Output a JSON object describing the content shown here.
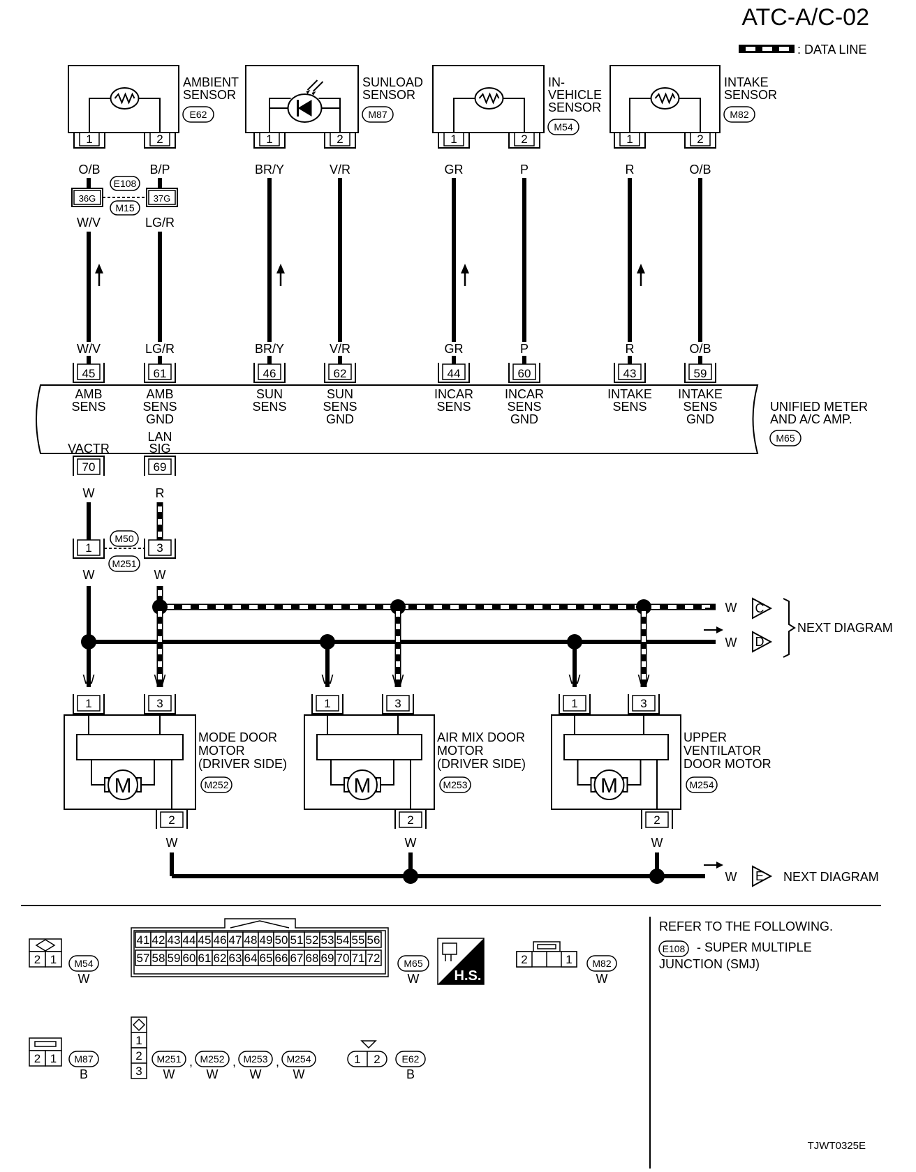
{
  "header": {
    "title": "ATC-A/C-02",
    "legend_text": ": DATA LINE"
  },
  "sensors": [
    {
      "name": "AMBIENT SENSOR",
      "lines": [
        "AMBIENT",
        "SENSOR"
      ],
      "conn": "E62",
      "pin1_color": "O/B",
      "pin2_color": "B/P"
    },
    {
      "name": "SUNLOAD SENSOR",
      "lines": [
        "SUNLOAD",
        "SENSOR"
      ],
      "conn": "M87",
      "pin1_color": "BR/Y",
      "pin2_color": "V/R"
    },
    {
      "name": "IN-VEHICLE SENSOR",
      "lines": [
        "IN-",
        "VEHICLE",
        "SENSOR"
      ],
      "conn": "M54",
      "pin1_color": "GR",
      "pin2_color": "P"
    },
    {
      "name": "INTAKE SENSOR",
      "lines": [
        "INTAKE",
        "SENSOR"
      ],
      "conn": "M82",
      "pin1_color": "R",
      "pin2_color": "O/B"
    }
  ],
  "junction_top": {
    "conn_a": "E108",
    "conn_b": "M15",
    "pin_a": "36G",
    "pin_b": "37G",
    "below_a": "W/V",
    "below_b": "LG/R"
  },
  "amp": {
    "name": [
      "UNIFIED METER",
      "AND A/C AMP."
    ],
    "conn": "M65",
    "terminals": [
      {
        "pin": "45",
        "wire": "W/V",
        "label": [
          "AMB",
          "SENS"
        ]
      },
      {
        "pin": "61",
        "wire": "LG/R",
        "label": [
          "AMB",
          "SENS",
          "GND"
        ]
      },
      {
        "pin": "46",
        "wire": "BR/Y",
        "label": [
          "SUN",
          "SENS"
        ]
      },
      {
        "pin": "62",
        "wire": "V/R",
        "label": [
          "SUN",
          "SENS",
          "GND"
        ]
      },
      {
        "pin": "44",
        "wire": "GR",
        "label": [
          "INCAR",
          "SENS"
        ]
      },
      {
        "pin": "60",
        "wire": "P",
        "label": [
          "INCAR",
          "SENS",
          "GND"
        ]
      },
      {
        "pin": "43",
        "wire": "R",
        "label": [
          "INTAKE",
          "SENS"
        ]
      },
      {
        "pin": "59",
        "wire": "O/B",
        "label": [
          "INTAKE",
          "SENS",
          "GND"
        ]
      }
    ],
    "bottom_terminals": [
      {
        "pin": "70",
        "label": [
          "VACTR"
        ],
        "wire": "W"
      },
      {
        "pin": "69",
        "label": [
          "LAN",
          "SIG"
        ],
        "wire": "R"
      }
    ]
  },
  "junction_mid": {
    "conn_a": "M50",
    "conn_b": "M251",
    "pin_a": "1",
    "pin_b": "3",
    "below_a": "W",
    "below_b": "W"
  },
  "next": {
    "c": "C",
    "d": "D",
    "e": "E",
    "wire": "W",
    "label": "NEXT DIAGRAM"
  },
  "motors": [
    {
      "name": [
        "MODE DOOR",
        "MOTOR",
        "(DRIVER SIDE)"
      ],
      "conn": "M252",
      "pins": [
        "1",
        "3",
        "2"
      ],
      "wires": [
        "W",
        "W",
        "W"
      ]
    },
    {
      "name": [
        "AIR MIX DOOR",
        "MOTOR",
        "(DRIVER SIDE)"
      ],
      "conn": "M253",
      "pins": [
        "1",
        "3",
        "2"
      ],
      "wires": [
        "W",
        "W",
        "W"
      ]
    },
    {
      "name": [
        "UPPER",
        "VENTILATOR",
        "DOOR MOTOR"
      ],
      "conn": "M254",
      "pins": [
        "1",
        "3",
        "2"
      ],
      "wires": [
        "W",
        "W",
        "W"
      ]
    }
  ],
  "pin1_num": "1",
  "pin2_num": "2",
  "motor_letter": "M",
  "connectors_ref": {
    "m54": {
      "id": "M54",
      "color": "W",
      "pins": [
        "2",
        "1"
      ]
    },
    "m65": {
      "id": "M65",
      "color": "W",
      "row1": [
        "41",
        "42",
        "43",
        "44",
        "45",
        "46",
        "47",
        "48",
        "49",
        "50",
        "51",
        "52",
        "53",
        "54",
        "55",
        "56"
      ],
      "row2": [
        "57",
        "58",
        "59",
        "60",
        "61",
        "62",
        "63",
        "64",
        "65",
        "66",
        "67",
        "68",
        "69",
        "70",
        "71",
        "72"
      ]
    },
    "hs": "H.S.",
    "m82": {
      "id": "M82",
      "color": "W",
      "pins": [
        "2",
        "1"
      ]
    },
    "m87": {
      "id": "M87",
      "color": "B",
      "pins": [
        "2",
        "1"
      ]
    },
    "motor_conn": {
      "ids": [
        "M251",
        "M252",
        "M253",
        "M254"
      ],
      "colors": [
        "W",
        "W",
        "W",
        "W"
      ],
      "pins": [
        "1",
        "2",
        "3"
      ]
    },
    "e62": {
      "id": "E62",
      "color": "B",
      "pins": [
        "1",
        "2"
      ]
    }
  },
  "refer": {
    "title": "REFER TO THE FOLLOWING.",
    "conn": "E108",
    "line1": "- SUPER MULTIPLE",
    "line2": "JUNCTION (SMJ)"
  },
  "footer_code": "TJWT0325E"
}
